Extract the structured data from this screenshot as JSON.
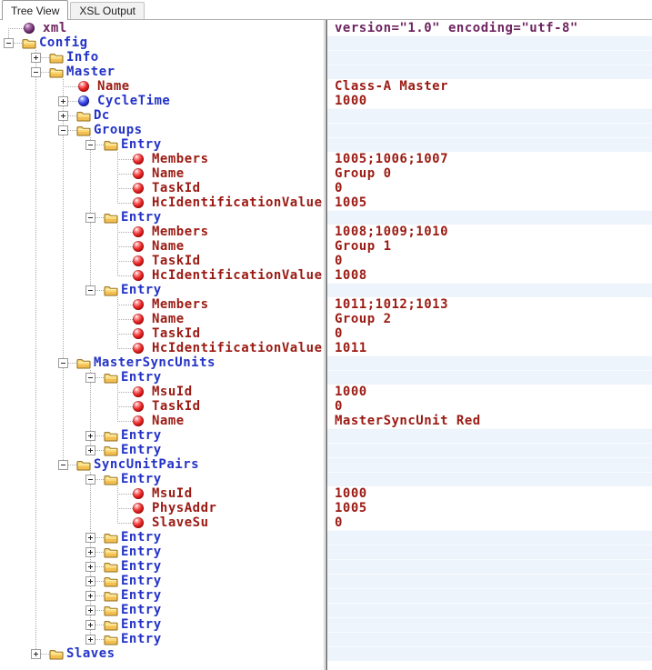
{
  "tabs": [
    {
      "label": "Tree View",
      "active": true
    },
    {
      "label": "XSL Output",
      "active": false
    }
  ],
  "colors": {
    "element": "#2333c6",
    "attribute": "#9b1a13",
    "pi": "#6e2560",
    "guide": "#ababab",
    "stripe": "#edf4fc",
    "stripe_highlight": "#f9fbfe",
    "folder_fill": "#fbd977",
    "folder_shade": "#f3bf53",
    "folder_outline": "#8f6a12",
    "divider": "#828282"
  },
  "tree": {
    "rows": [
      {
        "d": 0,
        "icon": "sphere-purple",
        "exp": "none",
        "kind": "pi",
        "label": "xml",
        "value": "version=\"1.0\" encoding=\"utf-8\""
      },
      {
        "d": 0,
        "icon": "folder",
        "exp": "minus",
        "kind": "element",
        "label": "Config",
        "value": null
      },
      {
        "d": 1,
        "icon": "folder",
        "exp": "plus",
        "kind": "element",
        "label": "Info",
        "value": null
      },
      {
        "d": 1,
        "icon": "folder",
        "exp": "minus",
        "kind": "element",
        "label": "Master",
        "value": null
      },
      {
        "d": 2,
        "icon": "sphere-red",
        "exp": "none",
        "kind": "attribute",
        "label": "Name",
        "value": "Class-A Master"
      },
      {
        "d": 2,
        "icon": "sphere-blue",
        "exp": "plus",
        "kind": "element",
        "label": "CycleTime",
        "value": "1000"
      },
      {
        "d": 2,
        "icon": "folder",
        "exp": "plus",
        "kind": "element",
        "label": "Dc",
        "value": null
      },
      {
        "d": 2,
        "icon": "folder",
        "exp": "minus",
        "kind": "element",
        "label": "Groups",
        "value": null
      },
      {
        "d": 3,
        "icon": "folder",
        "exp": "minus",
        "kind": "element",
        "label": "Entry",
        "value": null
      },
      {
        "d": 4,
        "icon": "sphere-red",
        "exp": "none",
        "kind": "attribute",
        "label": "Members",
        "value": "1005;1006;1007"
      },
      {
        "d": 4,
        "icon": "sphere-red",
        "exp": "none",
        "kind": "attribute",
        "label": "Name",
        "value": "Group 0"
      },
      {
        "d": 4,
        "icon": "sphere-red",
        "exp": "none",
        "kind": "attribute",
        "label": "TaskId",
        "value": "0"
      },
      {
        "d": 4,
        "icon": "sphere-red",
        "exp": "none",
        "kind": "attribute",
        "label": "HcIdentificationValue",
        "value": "1005"
      },
      {
        "d": 3,
        "icon": "folder",
        "exp": "minus",
        "kind": "element",
        "label": "Entry",
        "value": null
      },
      {
        "d": 4,
        "icon": "sphere-red",
        "exp": "none",
        "kind": "attribute",
        "label": "Members",
        "value": "1008;1009;1010"
      },
      {
        "d": 4,
        "icon": "sphere-red",
        "exp": "none",
        "kind": "attribute",
        "label": "Name",
        "value": "Group 1"
      },
      {
        "d": 4,
        "icon": "sphere-red",
        "exp": "none",
        "kind": "attribute",
        "label": "TaskId",
        "value": "0"
      },
      {
        "d": 4,
        "icon": "sphere-red",
        "exp": "none",
        "kind": "attribute",
        "label": "HcIdentificationValue",
        "value": "1008"
      },
      {
        "d": 3,
        "icon": "folder",
        "exp": "minus",
        "kind": "element",
        "label": "Entry",
        "value": null
      },
      {
        "d": 4,
        "icon": "sphere-red",
        "exp": "none",
        "kind": "attribute",
        "label": "Members",
        "value": "1011;1012;1013"
      },
      {
        "d": 4,
        "icon": "sphere-red",
        "exp": "none",
        "kind": "attribute",
        "label": "Name",
        "value": "Group 2"
      },
      {
        "d": 4,
        "icon": "sphere-red",
        "exp": "none",
        "kind": "attribute",
        "label": "TaskId",
        "value": "0"
      },
      {
        "d": 4,
        "icon": "sphere-red",
        "exp": "none",
        "kind": "attribute",
        "label": "HcIdentificationValue",
        "value": "1011"
      },
      {
        "d": 2,
        "icon": "folder",
        "exp": "minus",
        "kind": "element",
        "label": "MasterSyncUnits",
        "value": null
      },
      {
        "d": 3,
        "icon": "folder",
        "exp": "minus",
        "kind": "element",
        "label": "Entry",
        "value": null
      },
      {
        "d": 4,
        "icon": "sphere-red",
        "exp": "none",
        "kind": "attribute",
        "label": "MsuId",
        "value": "1000"
      },
      {
        "d": 4,
        "icon": "sphere-red",
        "exp": "none",
        "kind": "attribute",
        "label": "TaskId",
        "value": "0"
      },
      {
        "d": 4,
        "icon": "sphere-red",
        "exp": "none",
        "kind": "attribute",
        "label": "Name",
        "value": "MasterSyncUnit Red"
      },
      {
        "d": 3,
        "icon": "folder",
        "exp": "plus",
        "kind": "element",
        "label": "Entry",
        "value": null
      },
      {
        "d": 3,
        "icon": "folder",
        "exp": "plus",
        "kind": "element",
        "label": "Entry",
        "value": null
      },
      {
        "d": 2,
        "icon": "folder",
        "exp": "minus",
        "kind": "element",
        "label": "SyncUnitPairs",
        "value": null
      },
      {
        "d": 3,
        "icon": "folder",
        "exp": "minus",
        "kind": "element",
        "label": "Entry",
        "value": null
      },
      {
        "d": 4,
        "icon": "sphere-red",
        "exp": "none",
        "kind": "attribute",
        "label": "MsuId",
        "value": "1000"
      },
      {
        "d": 4,
        "icon": "sphere-red",
        "exp": "none",
        "kind": "attribute",
        "label": "PhysAddr",
        "value": "1005"
      },
      {
        "d": 4,
        "icon": "sphere-red",
        "exp": "none",
        "kind": "attribute",
        "label": "SlaveSu",
        "value": "0"
      },
      {
        "d": 3,
        "icon": "folder",
        "exp": "plus",
        "kind": "element",
        "label": "Entry",
        "value": null
      },
      {
        "d": 3,
        "icon": "folder",
        "exp": "plus",
        "kind": "element",
        "label": "Entry",
        "value": null
      },
      {
        "d": 3,
        "icon": "folder",
        "exp": "plus",
        "kind": "element",
        "label": "Entry",
        "value": null
      },
      {
        "d": 3,
        "icon": "folder",
        "exp": "plus",
        "kind": "element",
        "label": "Entry",
        "value": null
      },
      {
        "d": 3,
        "icon": "folder",
        "exp": "plus",
        "kind": "element",
        "label": "Entry",
        "value": null
      },
      {
        "d": 3,
        "icon": "folder",
        "exp": "plus",
        "kind": "element",
        "label": "Entry",
        "value": null
      },
      {
        "d": 3,
        "icon": "folder",
        "exp": "plus",
        "kind": "element",
        "label": "Entry",
        "value": null
      },
      {
        "d": 3,
        "icon": "folder",
        "exp": "plus",
        "kind": "element",
        "label": "Entry",
        "value": null
      },
      {
        "d": 1,
        "icon": "folder",
        "exp": "plus",
        "kind": "element",
        "label": "Slaves",
        "value": null
      }
    ]
  }
}
